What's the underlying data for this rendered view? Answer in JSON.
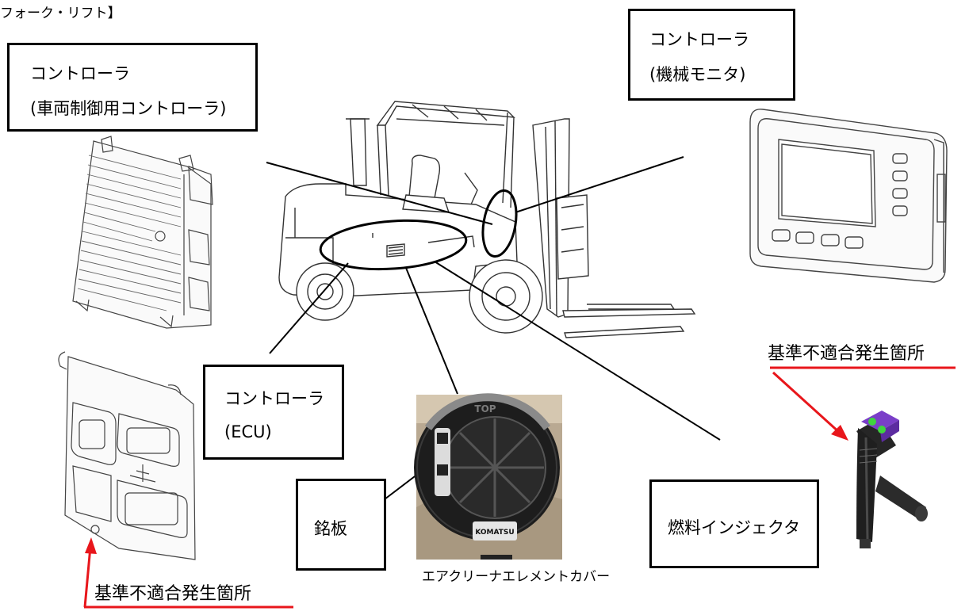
{
  "header": {
    "title": "フォーク・リフト】"
  },
  "labels": {
    "vehicle_controller_line1": "コントローラ",
    "vehicle_controller_line2": "(車両制御用コントローラ)",
    "monitor_controller_line1": "コントローラ",
    "monitor_controller_line2": "(機械モニタ)",
    "ecu_controller_line1": "コントローラ",
    "ecu_controller_line2": "(ECU)",
    "nameplate": "銘板",
    "fuel_injector": "燃料インジェクタ",
    "air_cleaner_cover": "エアクリーナエレメントカバー"
  },
  "callouts": {
    "noncompliance_top_right": "基準不適合発生箇所",
    "noncompliance_bottom_left": "基準不適合発生箇所"
  },
  "photo": {
    "cover_brand": "KOMATSU",
    "cover_top_mark": "TOP"
  },
  "colors": {
    "callout_arrow": "#e8161b",
    "injector_clip": "#7a3ec8",
    "injector_connector": "#3fd43f"
  }
}
